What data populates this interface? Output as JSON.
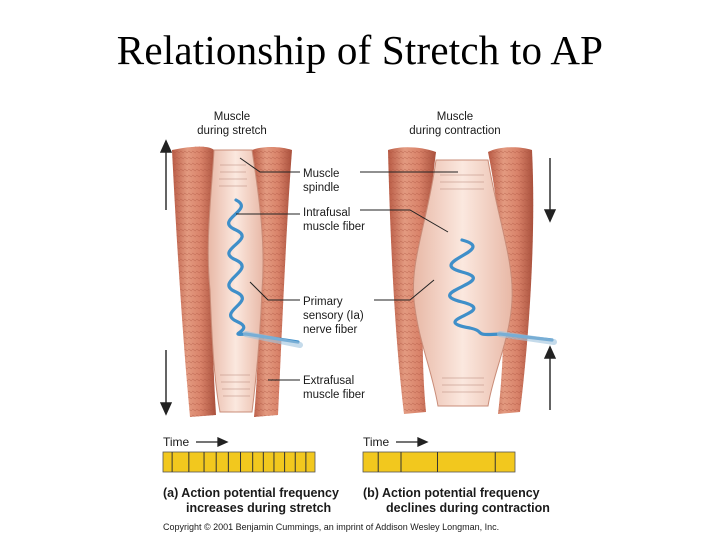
{
  "slide": {
    "title": "Relationship of Stretch to AP"
  },
  "panels": {
    "left_title_1": "Muscle",
    "left_title_2": "during stretch",
    "right_title_1": "Muscle",
    "right_title_2": "during contraction"
  },
  "callouts": {
    "spindle_1": "Muscle",
    "spindle_2": "spindle",
    "intrafusal_1": "Intrafusal",
    "intrafusal_2": "muscle fiber",
    "primary_1": "Primary",
    "primary_2": "sensory (Ia)",
    "primary_3": "nerve fiber",
    "extrafusal_1": "Extrafusal",
    "extrafusal_2": "muscle fiber"
  },
  "traces": {
    "time_label": "Time",
    "left_ticks": [
      0.06,
      0.17,
      0.27,
      0.35,
      0.43,
      0.51,
      0.59,
      0.66,
      0.73,
      0.8,
      0.87,
      0.94
    ],
    "right_ticks": [
      0.1,
      0.25,
      0.49,
      0.87
    ],
    "bar_color": "#f2c81e"
  },
  "captions": {
    "a_1": "(a)  Action potential frequency",
    "a_2": "increases during stretch",
    "b_1": "(b)  Action potential frequency",
    "b_2": "declines during contraction"
  },
  "copyright": "Copyright © 2001 Benjamin Cummings, an imprint of Addison Wesley Longman, Inc.",
  "colors": {
    "muscle": "#d9836a",
    "muscle_dark": "#b85a44",
    "spindle": "#f3d3c6",
    "nerve": "#3f8fc9"
  }
}
